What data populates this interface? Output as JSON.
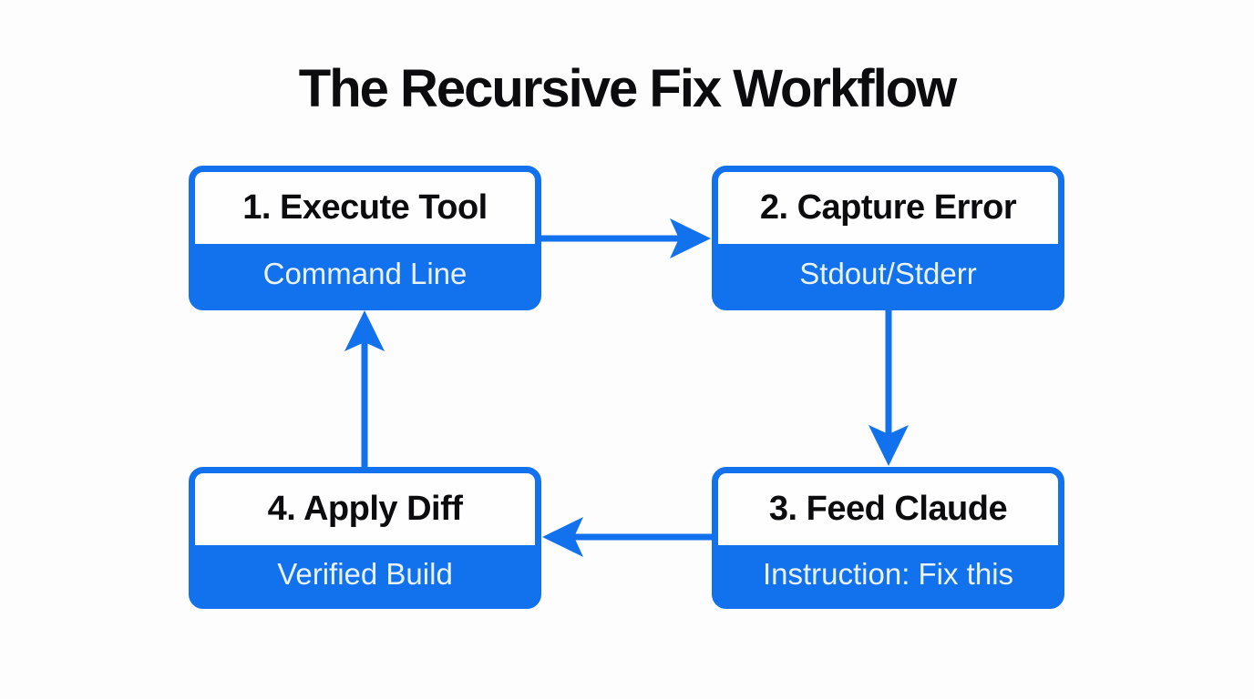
{
  "title": "The Recursive Fix Workflow",
  "colors": {
    "accent_blue": "#1271ec",
    "node_title_text": "#0c0c0e",
    "node_subtitle_text": "#eaf2fd",
    "node_head_background": "#fefefe",
    "background": "#fdfdfd"
  },
  "diagram": {
    "nodes": [
      {
        "id": "execute-tool",
        "title": "1. Execute Tool",
        "subtitle": "Command Line"
      },
      {
        "id": "capture-error",
        "title": "2. Capture Error",
        "subtitle": "Stdout/Stderr"
      },
      {
        "id": "feed-claude",
        "title": "3. Feed Claude",
        "subtitle": "Instruction: Fix this"
      },
      {
        "id": "apply-diff",
        "title": "4. Apply Diff",
        "subtitle": "Verified Build"
      }
    ],
    "edges": [
      {
        "from": "execute-tool",
        "to": "capture-error",
        "direction": "right"
      },
      {
        "from": "capture-error",
        "to": "feed-claude",
        "direction": "down"
      },
      {
        "from": "feed-claude",
        "to": "apply-diff",
        "direction": "left"
      },
      {
        "from": "apply-diff",
        "to": "execute-tool",
        "direction": "up"
      }
    ]
  }
}
